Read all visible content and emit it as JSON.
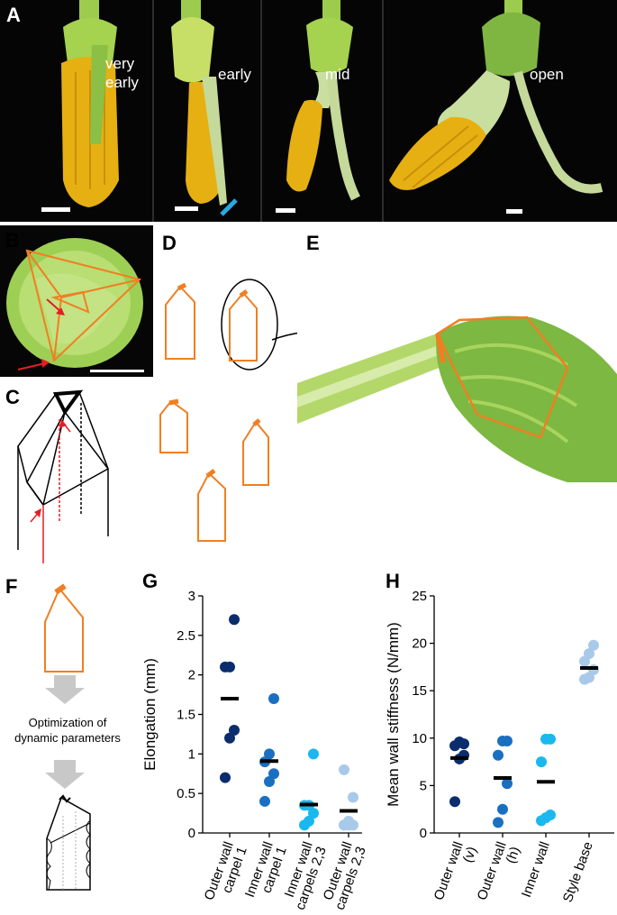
{
  "panel_labels": {
    "A": "A",
    "B": "B",
    "C": "C",
    "D": "D",
    "E": "E",
    "F": "F",
    "G": "G",
    "H": "H"
  },
  "panelA": {
    "stages": [
      {
        "line1": "very",
        "line2": "early"
      },
      {
        "line1": "early",
        "line2": ""
      },
      {
        "line1": "mid",
        "line2": ""
      },
      {
        "line1": "open",
        "line2": ""
      }
    ]
  },
  "panelF": {
    "caption_line1": "Optimization of",
    "caption_line2": "dynamic parameters"
  },
  "colors": {
    "dark_navy": "#0b2d6e",
    "mid_blue": "#1a6fc0",
    "cyan": "#1ab8ef",
    "light_blue": "#a9c9ea",
    "outline_orange": "#f07f22",
    "arrow_red": "#e31e24",
    "scale_blue": "#2aa8e0",
    "arrow_gray": "#c8c8c8"
  },
  "chart_data": [
    {
      "id": "G",
      "type": "scatter",
      "ylabel": "Elongation (mm)",
      "ylim": [
        0,
        3
      ],
      "yticks": [
        "0",
        "0.5",
        "1",
        "1.5",
        "2",
        "2.5",
        "3"
      ],
      "categories": [
        {
          "line1": "Outer wall",
          "line2": "carpel 1"
        },
        {
          "line1": "Inner wall",
          "line2": "carpel 1"
        },
        {
          "line1": "Inner wall",
          "line2": "carpels 2,3"
        },
        {
          "line1": "Outer wall",
          "line2": "carpels 2,3"
        }
      ],
      "series": [
        {
          "points": [
            0.7,
            1.2,
            1.3,
            2.1,
            2.1,
            2.7
          ],
          "mean": 1.7,
          "color": "#0b2d6e"
        },
        {
          "points": [
            0.4,
            0.65,
            0.75,
            0.9,
            1.0,
            1.7
          ],
          "mean": 0.91,
          "color": "#1a6fc0"
        },
        {
          "points": [
            0.1,
            0.15,
            0.25,
            0.35,
            0.35,
            1.0
          ],
          "mean": 0.36,
          "color": "#1ab8ef"
        },
        {
          "points": [
            0.1,
            0.1,
            0.1,
            0.1,
            0.15,
            0.45,
            0.8
          ],
          "mean": 0.28,
          "color": "#a9c9ea"
        }
      ]
    },
    {
      "id": "H",
      "type": "scatter",
      "ylabel": "Mean wall stiffness (N/mm)",
      "ylim": [
        0,
        25
      ],
      "yticks": [
        "0",
        "5",
        "10",
        "15",
        "20",
        "25"
      ],
      "categories": [
        {
          "line1": "Outer wall",
          "line2": "(v)"
        },
        {
          "line1": "Outer wall",
          "line2": "(h)"
        },
        {
          "line1": "Inner wall",
          "line2": ""
        },
        {
          "line1": "Style base",
          "line2": ""
        }
      ],
      "series": [
        {
          "points": [
            3.3,
            7.8,
            8.2,
            9.2,
            9.6,
            9.4
          ],
          "mean": 7.9,
          "color": "#0b2d6e"
        },
        {
          "points": [
            1.1,
            2.5,
            5.2,
            8.2,
            9.7,
            9.7
          ],
          "mean": 5.8,
          "color": "#1a6fc0"
        },
        {
          "points": [
            1.3,
            1.6,
            1.9,
            7.5,
            9.9,
            9.9
          ],
          "mean": 5.4,
          "color": "#1ab8ef"
        },
        {
          "points": [
            16.2,
            16.4,
            17.2,
            18.1,
            18.9,
            19.8
          ],
          "mean": 17.4,
          "color": "#a9c9ea"
        }
      ]
    }
  ]
}
